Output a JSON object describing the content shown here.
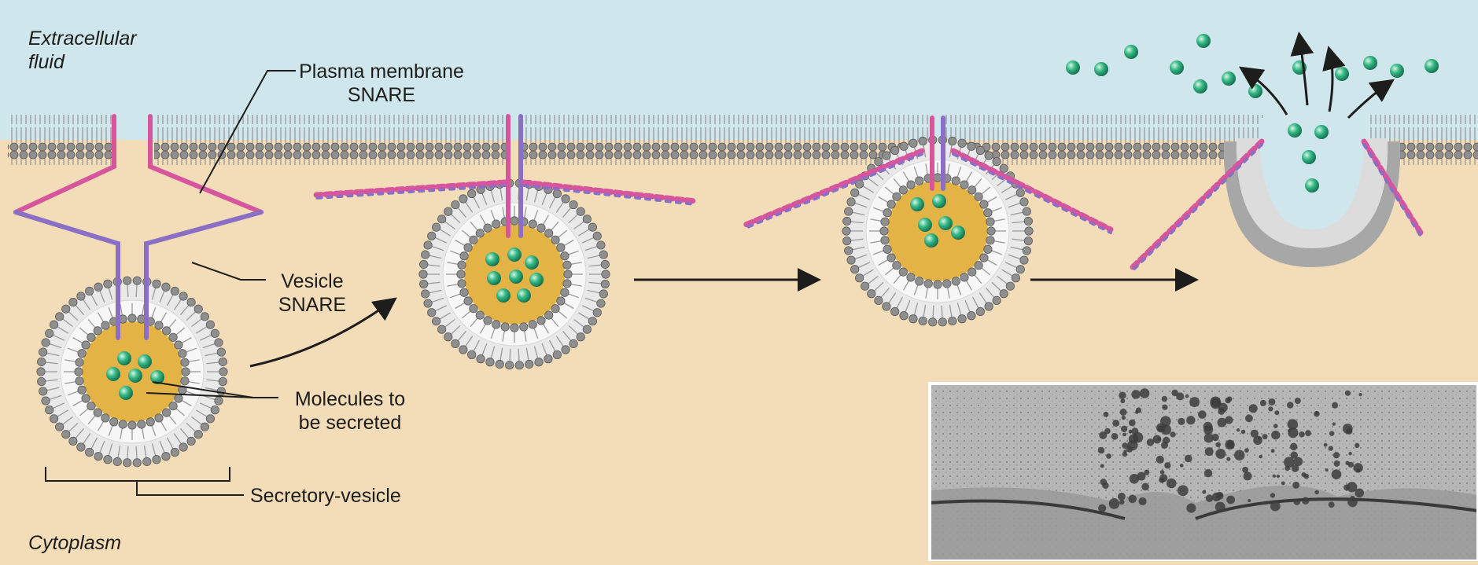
{
  "labels": {
    "extracellular_line1": "Extracellular",
    "extracellular_line2": "fluid",
    "plasma_snare_line1": "Plasma membrane",
    "plasma_snare_line2": "SNARE",
    "vesicle_snare_line1": "Vesicle",
    "vesicle_snare_line2": "SNARE",
    "molecules_line1": "Molecules to",
    "molecules_line2": "be secreted",
    "secretory_vesicle": "Secretory-vesicle",
    "cytoplasm": "Cytoplasm"
  },
  "colors": {
    "extracellular": "#cfe6ec",
    "cytoplasm": "#f3dcb8",
    "lipid_head": "#8f8f8f",
    "vesicle_lumen": "#e3b445",
    "cargo": "#2fa57b",
    "plasma_snare": "#d6559c",
    "vesicle_snare": "#8a6fc4",
    "arrow": "#1d1d1b"
  },
  "icons": {
    "stage_arrows": "arrow-right-icon",
    "release_arrows": "curved-arrow-icon",
    "micrograph": "electron-micrograph-photo"
  }
}
